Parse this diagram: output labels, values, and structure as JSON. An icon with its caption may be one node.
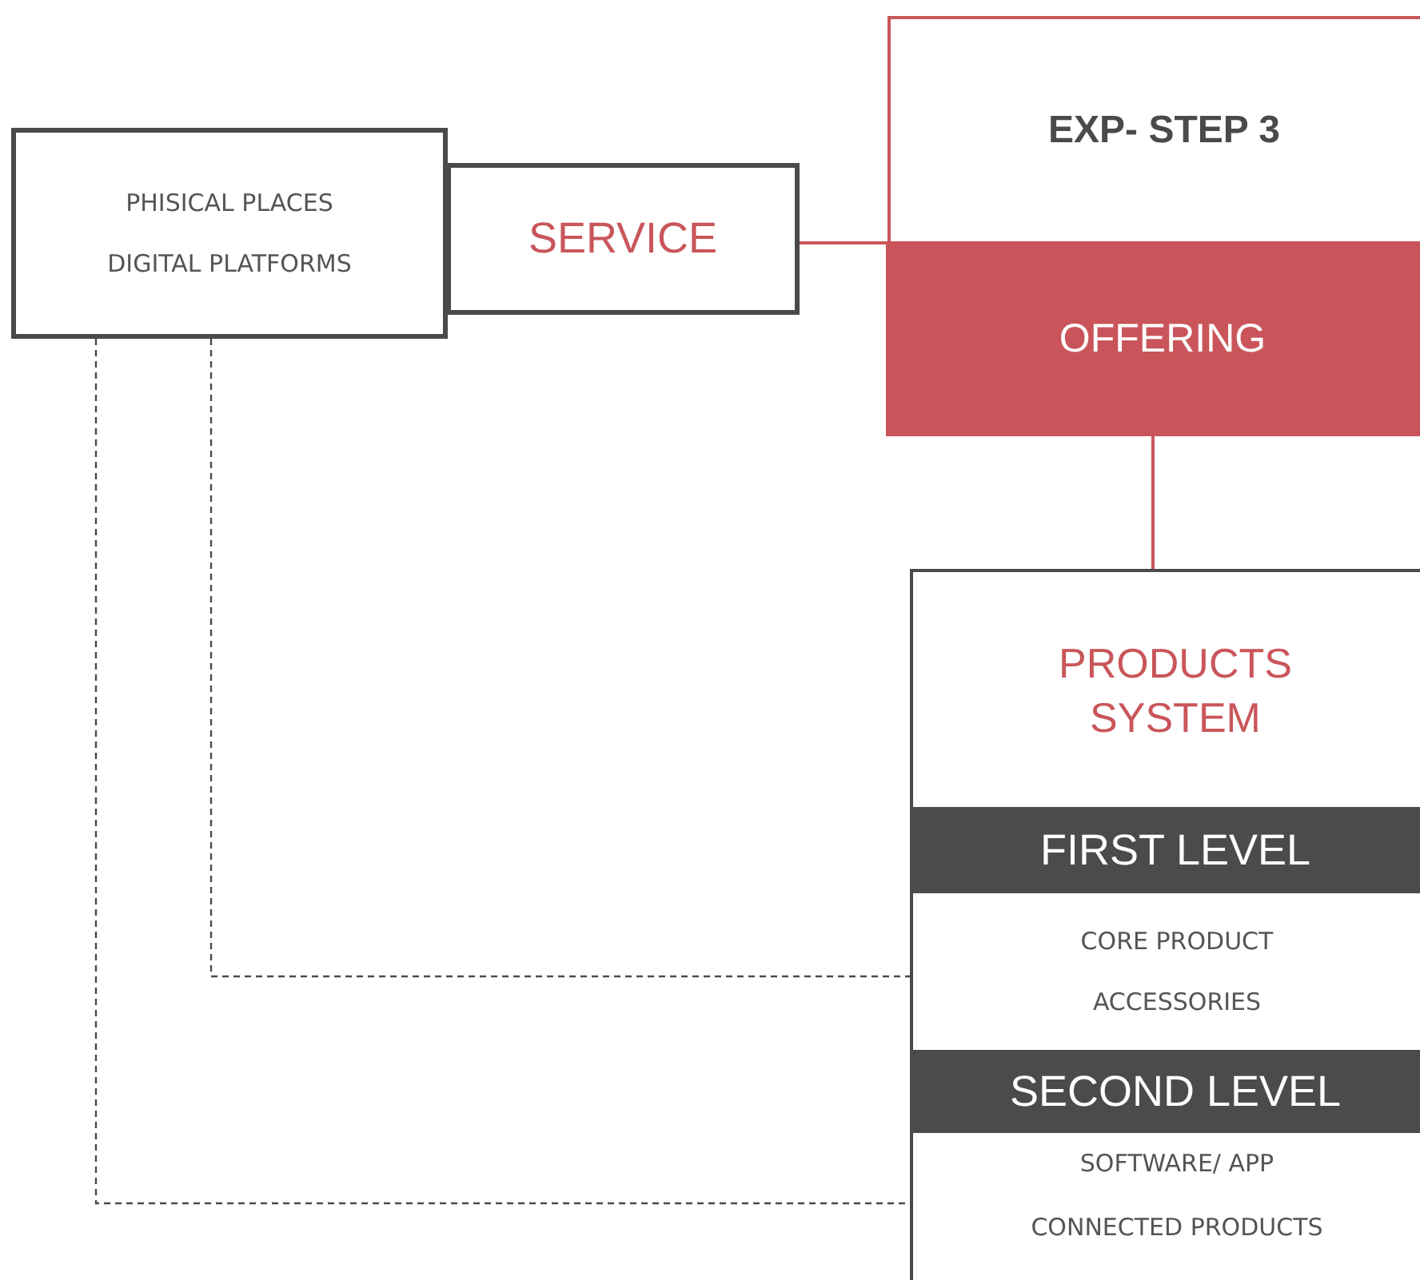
{
  "diagram": {
    "nodes": [
      {
        "text": [
          "PHISICAL PLACES",
          "DIGITAL PLATFORMS"
        ]
      },
      {
        "text": [
          "SERVICE"
        ]
      },
      {
        "text": [
          "EXP- STEP 3"
        ]
      },
      {
        "text": [
          "OFFERING"
        ]
      },
      {
        "text": [
          "PRODUCTS SYSTEM"
        ]
      },
      {
        "text": [
          "FIRST LEVEL"
        ]
      },
      {
        "text": [
          "CORE PRODUCT",
          "ACCESSORIES"
        ]
      },
      {
        "text": [
          "SECOND LEVEL"
        ]
      },
      {
        "text": [
          "SOFTWARE/ APP",
          "CONNECTED PRODUCTS"
        ]
      }
    ],
    "edges": [
      {
        "from": 1,
        "to": 2,
        "arrow": "none",
        "color": "#c9565a"
      },
      {
        "from": 3,
        "to": 4,
        "arrow": "none",
        "color": "#c9565a"
      },
      {
        "from": 0,
        "to": 6,
        "arrow": "none",
        "style": "dashed",
        "color": "#4a4a4a"
      },
      {
        "from": 0,
        "to": 8,
        "arrow": "none",
        "style": "dashed",
        "color": "#4a4a4a"
      }
    ]
  }
}
